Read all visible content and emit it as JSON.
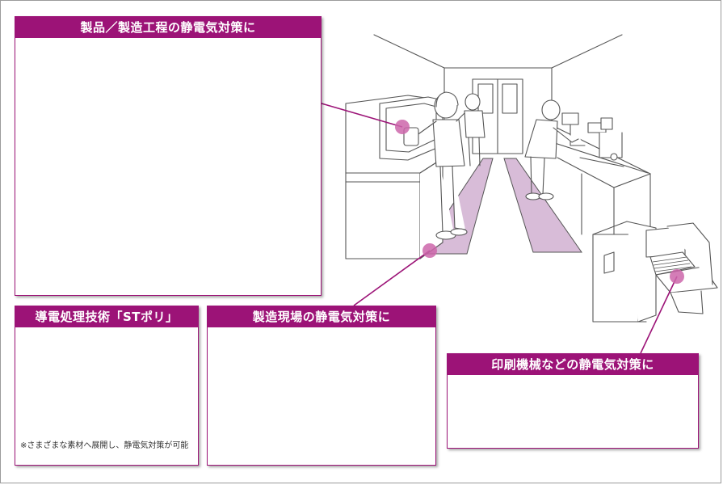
{
  "panels": {
    "product": {
      "title": "製品／製造工程の静電気対策に"
    },
    "st_poly": {
      "title": "導電処理技術「STポリ」",
      "note": "※さまざまな素材へ展開し、静電気対策が可能"
    },
    "factory": {
      "title": "製造現場の静電気対策に"
    },
    "printing": {
      "title": "印刷機械などの静電気対策に"
    }
  },
  "colors": {
    "accent": "#9c1377",
    "marker": "#cc66aa",
    "floor_mat": "#d8bcd8",
    "line_art": "#555555"
  }
}
